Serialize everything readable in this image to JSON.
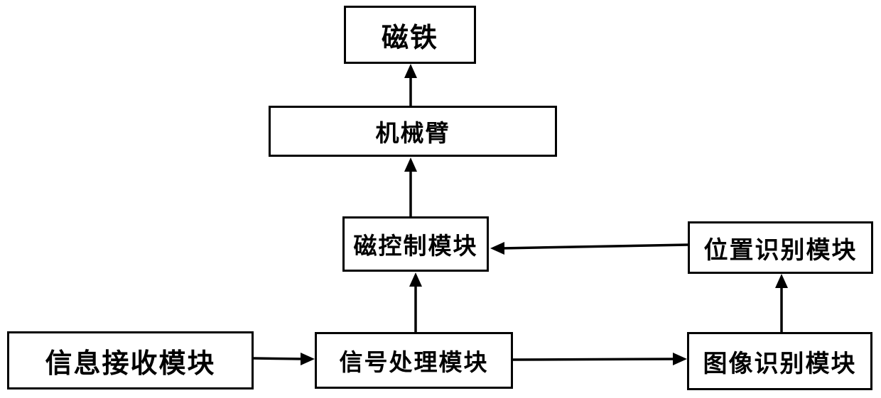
{
  "diagram": {
    "type": "block-diagram",
    "background": "#ffffff",
    "line_color": "#000000",
    "nodes": {
      "magnet": {
        "label": "磁铁"
      },
      "arm": {
        "label": "机械臂"
      },
      "magnet_control": {
        "label": "磁控制模块"
      },
      "position_recognition": {
        "label": "位置识别模块"
      },
      "info_receiving": {
        "label": "信息接收模块"
      },
      "signal_processing": {
        "label": "信号处理模块"
      },
      "image_recognition": {
        "label": "图像识别模块"
      }
    },
    "edges": [
      {
        "from": "arm",
        "to": "magnet",
        "direction": "up"
      },
      {
        "from": "magnet_control",
        "to": "arm",
        "direction": "up"
      },
      {
        "from": "signal_processing",
        "to": "magnet_control",
        "direction": "up"
      },
      {
        "from": "image_recognition",
        "to": "position_recognition",
        "direction": "up"
      },
      {
        "from": "position_recognition",
        "to": "magnet_control",
        "direction": "left"
      },
      {
        "from": "info_receiving",
        "to": "signal_processing",
        "direction": "right"
      },
      {
        "from": "signal_processing",
        "to": "image_recognition",
        "direction": "right"
      }
    ]
  }
}
